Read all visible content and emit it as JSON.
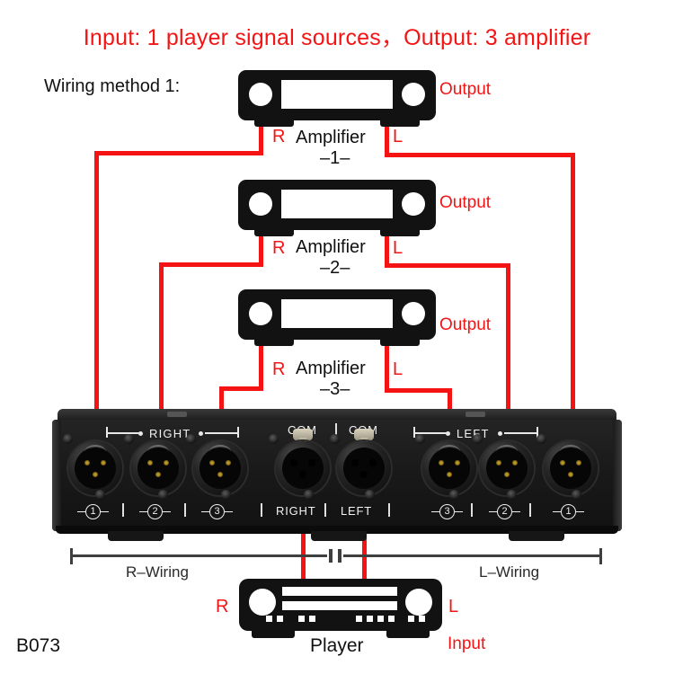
{
  "diagram": {
    "title": "Input: 1 player signal sources，Output: 3 amplifier",
    "method_label": "Wiring method 1:",
    "model_code": "B073",
    "accent_red": "#f41414",
    "body_black": "#121212"
  },
  "amplifiers": [
    {
      "name": "Amplifier",
      "number": "–1–",
      "left_terminal": "R",
      "right_terminal": "L",
      "output_label": "Output"
    },
    {
      "name": "Amplifier",
      "number": "–2–",
      "left_terminal": "R",
      "right_terminal": "L",
      "output_label": "Output"
    },
    {
      "name": "Amplifier",
      "number": "–3–",
      "left_terminal": "R",
      "right_terminal": "L",
      "output_label": "Output"
    }
  ],
  "distributor": {
    "right_group_label": "RIGHT",
    "left_group_label": "LEFT",
    "com_label_1": "COM",
    "com_label_2": "COM",
    "com_input_right": "RIGHT",
    "com_input_left": "LEFT",
    "right_ports": [
      "1",
      "2",
      "3"
    ],
    "left_ports": [
      "3",
      "2",
      "1"
    ],
    "r_wiring_label": "R–Wiring",
    "l_wiring_label": "L–Wiring"
  },
  "player": {
    "name": "Player",
    "left_terminal": "R",
    "right_terminal": "L",
    "input_label": "Input"
  }
}
